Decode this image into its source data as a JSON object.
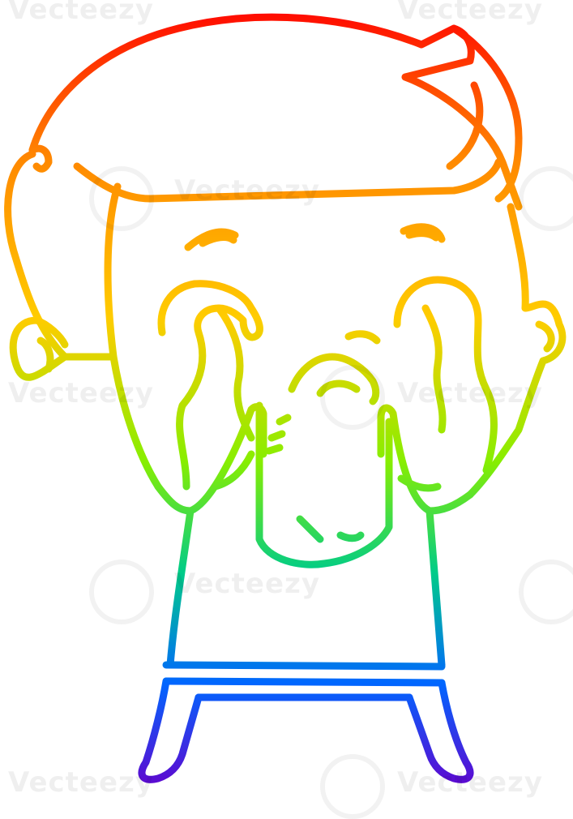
{
  "image": {
    "subject": "cartoon crying man",
    "line_style": "rainbow gradient outline",
    "gradient_colors": [
      "#ff0000",
      "#ff8800",
      "#ffcc00",
      "#88ee00",
      "#00cc88",
      "#0066ff",
      "#6600cc"
    ]
  },
  "watermark": {
    "text": "Vecteezy"
  }
}
